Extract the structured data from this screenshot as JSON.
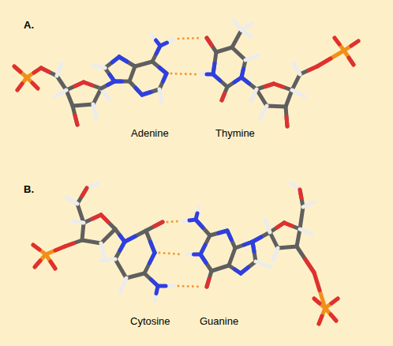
{
  "diagram": {
    "labels": [
      "A.",
      "Adenine",
      "Thymine",
      "B.",
      "Cytosine",
      "Guanine"
    ]
  }
}
